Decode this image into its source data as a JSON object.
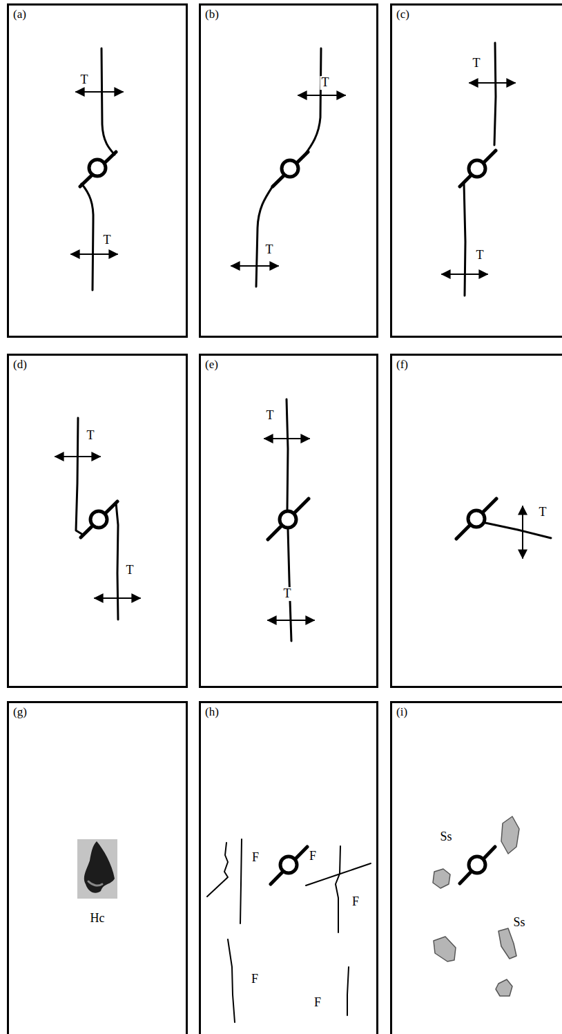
{
  "diagram": {
    "nodes": [
      {
        "text": [
          "(a)"
        ]
      },
      {
        "text": [
          "(b)"
        ]
      },
      {
        "text": [
          "(c)"
        ]
      },
      {
        "text": [
          "(d)"
        ]
      },
      {
        "text": [
          "(e)"
        ]
      },
      {
        "text": [
          "(f)"
        ]
      },
      {
        "text": [
          "(g)"
        ]
      },
      {
        "text": [
          "(h)"
        ]
      },
      {
        "text": [
          "(i)"
        ]
      }
    ],
    "labels": [
      "T",
      "T",
      "T",
      "T",
      "T",
      "T",
      "T",
      "T",
      "T",
      "T",
      "T",
      "Hc",
      "F",
      "F",
      "F",
      "F",
      "F",
      "Ss",
      "Ss"
    ]
  }
}
